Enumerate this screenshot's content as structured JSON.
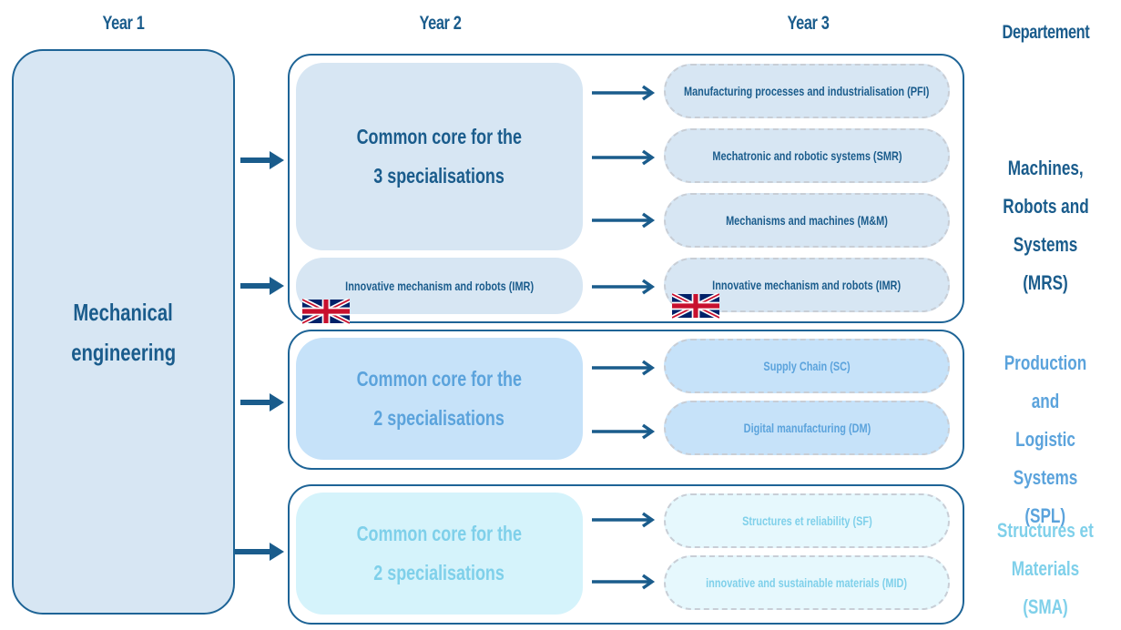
{
  "headers": {
    "year1": "Year 1",
    "year2": "Year 2",
    "year3": "Year 3",
    "department": "Departement"
  },
  "year1": {
    "label_line1": "Mechanical",
    "label_line2": "engineering"
  },
  "colors": {
    "dark_blue": "#1a5c8c",
    "mid_blue": "#5ba3dc",
    "light_cyan": "#7fd0ea",
    "border": "#1e6496",
    "mrs_fill": "#d7e6f3",
    "spl_fill": "#c6e2f9",
    "sma_fill": "#d5f3fb"
  },
  "groups": [
    {
      "id": "mrs",
      "core": {
        "line1": "Common core for the",
        "line2": "3 specialisations"
      },
      "extra_year2": {
        "label": "Innovative mechanism and robots (IMR)",
        "flag": "uk-flag"
      },
      "specialisations": [
        {
          "label": "Manufacturing processes and industrialisation (PFI)"
        },
        {
          "label": "Mechatronic and robotic systems (SMR)"
        },
        {
          "label": "Mechanisms and machines (M&M)"
        },
        {
          "label": "Innovative mechanism and robots (IMR)",
          "flag": "uk-flag"
        }
      ],
      "department": {
        "line1": "Machines,",
        "line2": "Robots and",
        "line3": "Systems (MRS)"
      }
    },
    {
      "id": "spl",
      "core": {
        "line1": "Common core for the",
        "line2": "2 specialisations"
      },
      "specialisations": [
        {
          "label": "Supply Chain (SC)"
        },
        {
          "label": "Digital manufacturing (DM)"
        }
      ],
      "department": {
        "line1": "Production and",
        "line2": "Logistic Systems",
        "line3": "(SPL)"
      }
    },
    {
      "id": "sma",
      "core": {
        "line1": "Common core for the",
        "line2": "2 specialisations"
      },
      "specialisations": [
        {
          "label": "Structures et reliability (SF)"
        },
        {
          "label": "innovative and sustainable materials (MID)"
        }
      ],
      "department": {
        "line1": "Structures et",
        "line2": "Materials (SMA)"
      }
    }
  ]
}
